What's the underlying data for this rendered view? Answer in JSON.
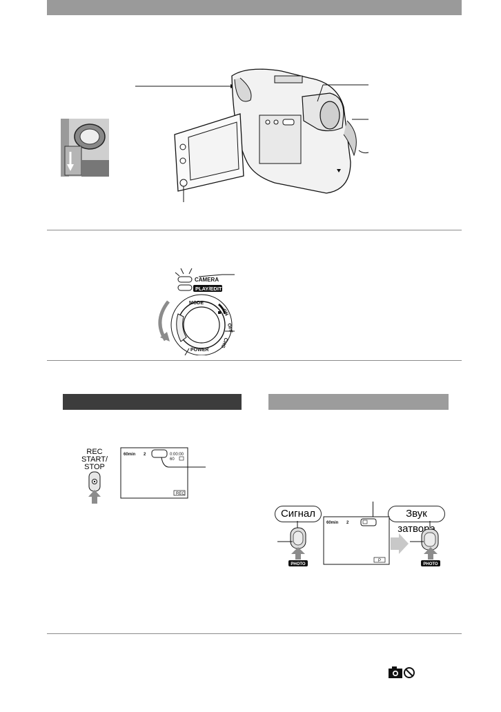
{
  "colors": {
    "header_bar": "#9a9a9a",
    "section_dark": "#3c3c3c",
    "section_light": "#9c9c9c",
    "arrow_gray": "#8c8c8c"
  },
  "mode_dial": {
    "camera": "CAMERA",
    "play_edit": "PLAY/EDIT",
    "mode": "MODE",
    "on": "ON",
    "off": "OFF",
    "chg": "CHG",
    "power": "POWER"
  },
  "rec_button": {
    "line1": "REC",
    "line2": "START/",
    "line3": "STOP"
  },
  "movie_screen": {
    "battery": "60min",
    "counter": "0:00:00",
    "sub_counter": "60",
    "bottom": "REC"
  },
  "photo_screen": {
    "battery": "60min",
    "bottom": "P"
  },
  "labels": {
    "signal": "Сигнал",
    "shutter_sound": "Звук затвора",
    "photo": "PHOTO"
  },
  "footer_icons": {
    "camera": "camera-icon",
    "prohibited": "prohibited-icon"
  }
}
